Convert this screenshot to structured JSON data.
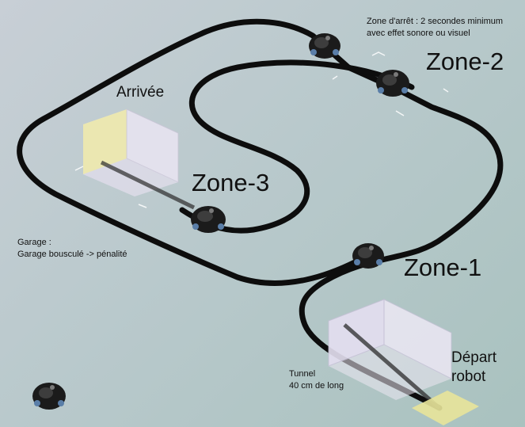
{
  "labels": {
    "zone1": "Zone-1",
    "zone2": "Zone-2",
    "zone3": "Zone-3",
    "arrivee": "Arrivée",
    "depart_line1": "Départ",
    "depart_line2": "robot",
    "zone_arret_line1": "Zone d'arrêt : 2 secondes minimum",
    "zone_arret_line2": "avec effet sonore ou visuel",
    "garage_line1": "Garage :",
    "garage_line2": "Garage bousculé -> pénalité",
    "tunnel_line1": "Tunnel",
    "tunnel_line2": "40 cm de long"
  },
  "colors": {
    "track": "#0d0d0d",
    "start_pad": "#e8e49a",
    "finish_box": "#efe9a8",
    "box_face": "#e9e4f2"
  }
}
